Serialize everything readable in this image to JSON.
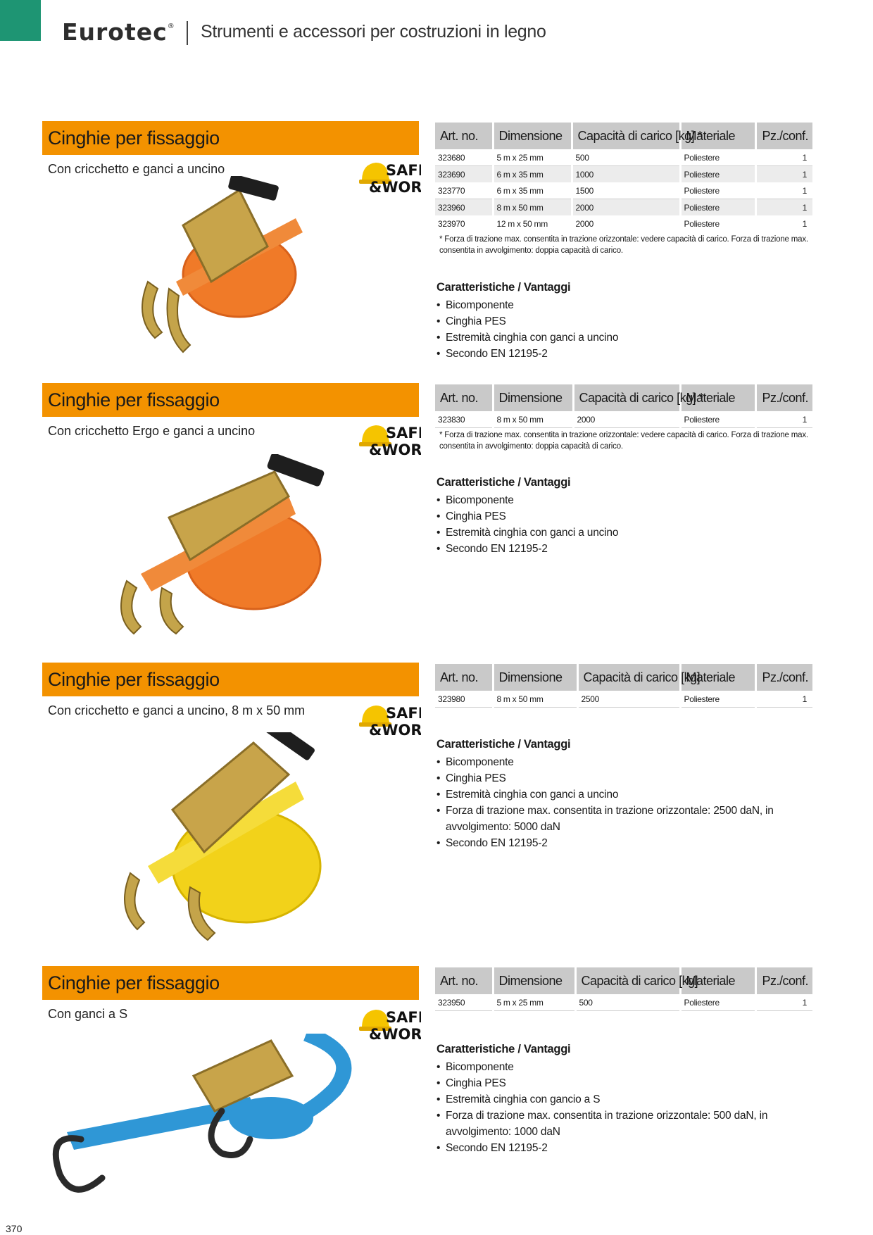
{
  "header": {
    "brand": "Eurotec",
    "registered": "®",
    "title": "Strumenti e accessori per costruzioni in legno"
  },
  "badge": {
    "line1": "SAFE",
    "line2": "&WORK"
  },
  "columns": [
    "Art. no.",
    "Dimensione",
    "Capacità di carico [kg] *",
    "Materiale",
    "Pz./conf."
  ],
  "columns_nostar": [
    "Art. no.",
    "Dimensione",
    "Capacità di carico [kg]",
    "Materiale",
    "Pz./conf."
  ],
  "feat_head": "Caratteristiche / Vantaggi",
  "footnote": "* Forza di trazione max. consentita in trazione orizzontale: vedere capacità di carico. Forza di trazione max. consentita in avvolgimento: doppia capacità di carico.",
  "sections": [
    {
      "title": "Cinghie per fissaggio",
      "subtitle": "Con cricchetto e ganci a uncino",
      "rows": [
        [
          "323680",
          "5 m  x 25 mm",
          "500",
          "Poliestere",
          "1"
        ],
        [
          "323690",
          "6 m x 35 mm",
          "1000",
          "Poliestere",
          "1"
        ],
        [
          "323770",
          "6 m x 35 mm",
          "1500",
          "Poliestere",
          "1"
        ],
        [
          "323960",
          "8 m x 50 mm",
          "2000",
          "Poliestere",
          "1"
        ],
        [
          "323970",
          "12 m x 50 mm",
          "2000",
          "Poliestere",
          "1"
        ]
      ],
      "features": [
        "Bicomponente",
        "Cinghia PES",
        "Estremità cinghia con ganci a uncino",
        "Secondo EN 12195-2"
      ]
    },
    {
      "title": "Cinghie per fissaggio",
      "subtitle": "Con cricchetto Ergo e ganci a uncino",
      "rows": [
        [
          "323830",
          "8 m x 50 mm",
          "2000",
          "Poliestere",
          "1"
        ]
      ],
      "features": [
        "Bicomponente",
        "Cinghia PES",
        "Estremità cinghia con ganci a uncino",
        "Secondo EN 12195-2"
      ]
    },
    {
      "title": "Cinghie per fissaggio",
      "subtitle": "Con cricchetto e ganci a uncino, 8 m x 50 mm",
      "rows": [
        [
          "323980",
          "8 m x 50 mm",
          "2500",
          "Poliestere",
          "1"
        ]
      ],
      "features": [
        "Bicomponente",
        "Cinghia PES",
        "Estremità cinghia con ganci a uncino",
        "Forza di trazione max. consentita in trazione orizzontale: 2500 daN, in avvolgimento: 5000 daN",
        "Secondo EN 12195-2"
      ]
    },
    {
      "title": "Cinghie per fissaggio",
      "subtitle": "Con ganci a S",
      "rows": [
        [
          "323950",
          "5 m x 25 mm",
          "500",
          "Poliestere",
          "1"
        ]
      ],
      "features": [
        "Bicomponente",
        "Cinghia PES",
        "Estremità cinghia con gancio a S",
        "Forza di trazione max. consentita in trazione orizzontale: 500 daN, in avvolgimento: 1000 daN",
        "Secondo EN 12195-2"
      ]
    }
  ],
  "colors": {
    "accent": "#f39200",
    "brand_green": "#1e9573",
    "helmet": "#f5c400",
    "strap_orange": "#f07a28",
    "strap_yellow": "#f2d21a",
    "strap_blue": "#2f97d6"
  },
  "page_number": "370"
}
